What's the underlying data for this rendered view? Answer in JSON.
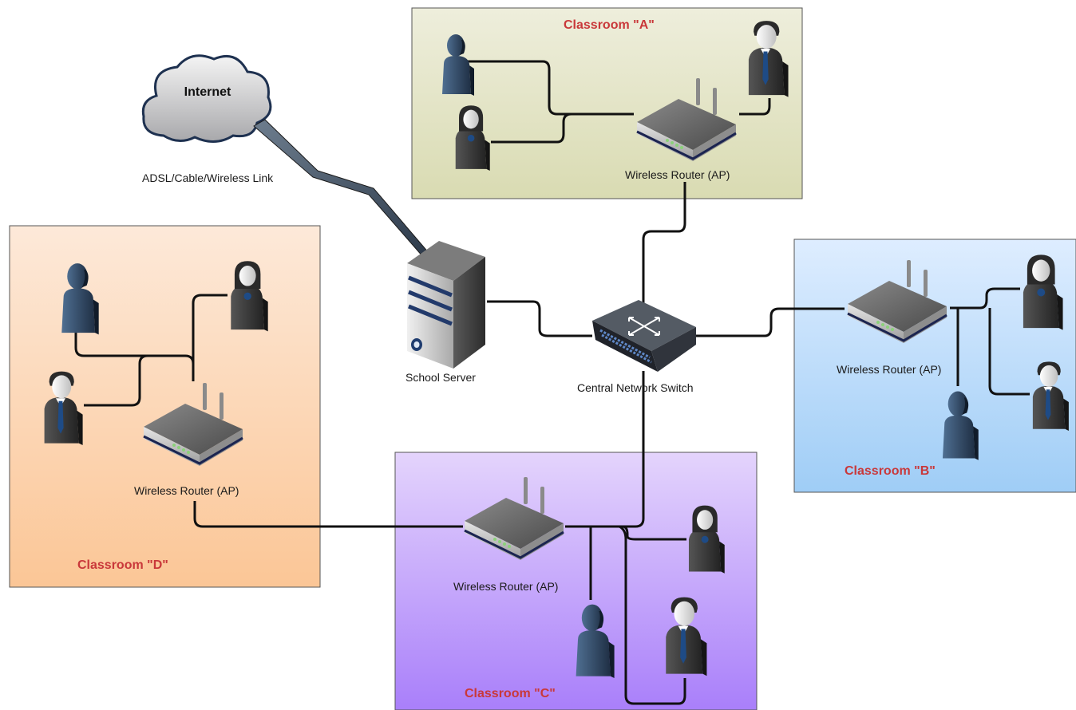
{
  "internet": {
    "label": "Internet"
  },
  "link": {
    "label": "ADSL/Cable/Wireless Link"
  },
  "server": {
    "label": "School Server"
  },
  "switch": {
    "label": "Central Network Switch"
  },
  "classrooms": {
    "a": {
      "title": "Classroom \"A\"",
      "router_label": "Wireless Router (AP)",
      "fill_top": "#eeeedc",
      "fill_bottom": "#d9dbb2"
    },
    "b": {
      "title": "Classroom \"B\"",
      "router_label": "Wireless Router (AP)",
      "fill_top": "#deedff",
      "fill_bottom": "#9fcdf6"
    },
    "c": {
      "title": "Classroom \"C\"",
      "router_label": "Wireless Router (AP)",
      "fill_top": "#e4d4fc",
      "fill_bottom": "#a97ffa"
    },
    "d": {
      "title": "Classroom \"D\"",
      "router_label": "Wireless Router (AP)",
      "fill_top": "#fde9d9",
      "fill_bottom": "#fbc696"
    }
  },
  "colors": {
    "title_red": "#c9383a",
    "wire": "#111111"
  }
}
